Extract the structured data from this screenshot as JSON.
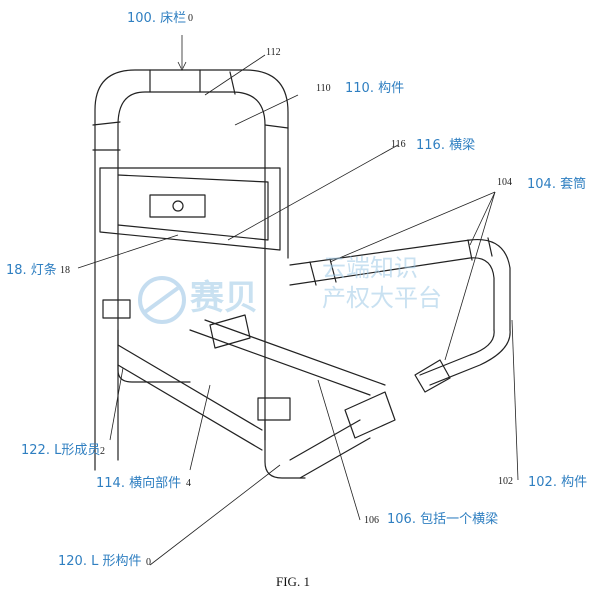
{
  "labels": {
    "l100": "100. 床栏",
    "l110": "110. 构件",
    "l116": "116. 横梁",
    "l104": "104. 套筒",
    "l18": "18. 灯条",
    "l122": "122. L形成员",
    "l114": "114. 横向部件",
    "l102": "102. 构件",
    "l106": "106. 包括一个横梁",
    "l120": "120. L 形构件"
  },
  "numbers": {
    "n0_top": "0",
    "n112": "112",
    "n110": "110",
    "n116": "116",
    "n104": "104",
    "n18": "18",
    "n2": "2",
    "n4": "4",
    "n102": "102",
    "n106": "106",
    "n0_bottom": "0"
  },
  "caption": "FIG. 1",
  "watermark": {
    "brand": "赛贝",
    "line1": "云端知识",
    "line2": "产权大平台"
  },
  "colors": {
    "label_blue": "#2f7fc1",
    "line": "#222222",
    "watermark": "#9ec9e6"
  }
}
